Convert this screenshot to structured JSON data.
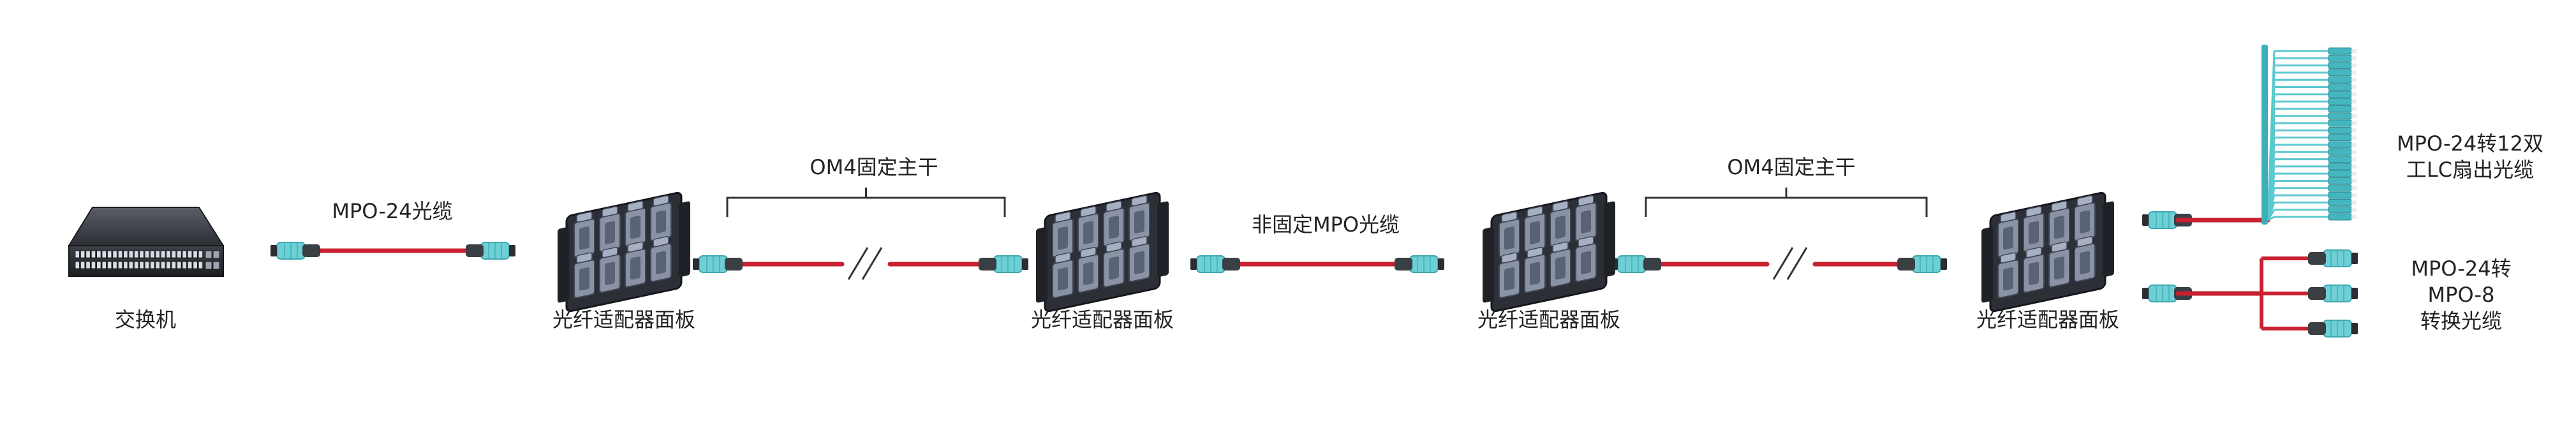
{
  "labels": {
    "switch": "交换机",
    "mpo24_cable": "MPO-24光缆",
    "panel": "光纤适配器面板",
    "trunk": "OM4固定主干",
    "nonfixed_cable": "非固定MPO光缆",
    "fanout_line1": "MPO-24转12双",
    "fanout_line2": "工LC扇出光缆",
    "conv_line1": "MPO-24转",
    "conv_line2": "MPO-8",
    "conv_line3": "转换光缆"
  },
  "colors": {
    "cable_red": "#c8202f",
    "connector_aqua": "#6ecfd4",
    "connector_dark": "#3a3f44",
    "panel_body": "#2c2f36",
    "panel_module": "#8a93a6",
    "lc_aqua": "#5cc8cf",
    "bracket": "#333333"
  },
  "icons": {
    "switch": "network-switch-icon",
    "panel": "fiber-adapter-panel-icon",
    "connector": "mpo-connector-icon",
    "fanout": "lc-fanout-icon"
  }
}
